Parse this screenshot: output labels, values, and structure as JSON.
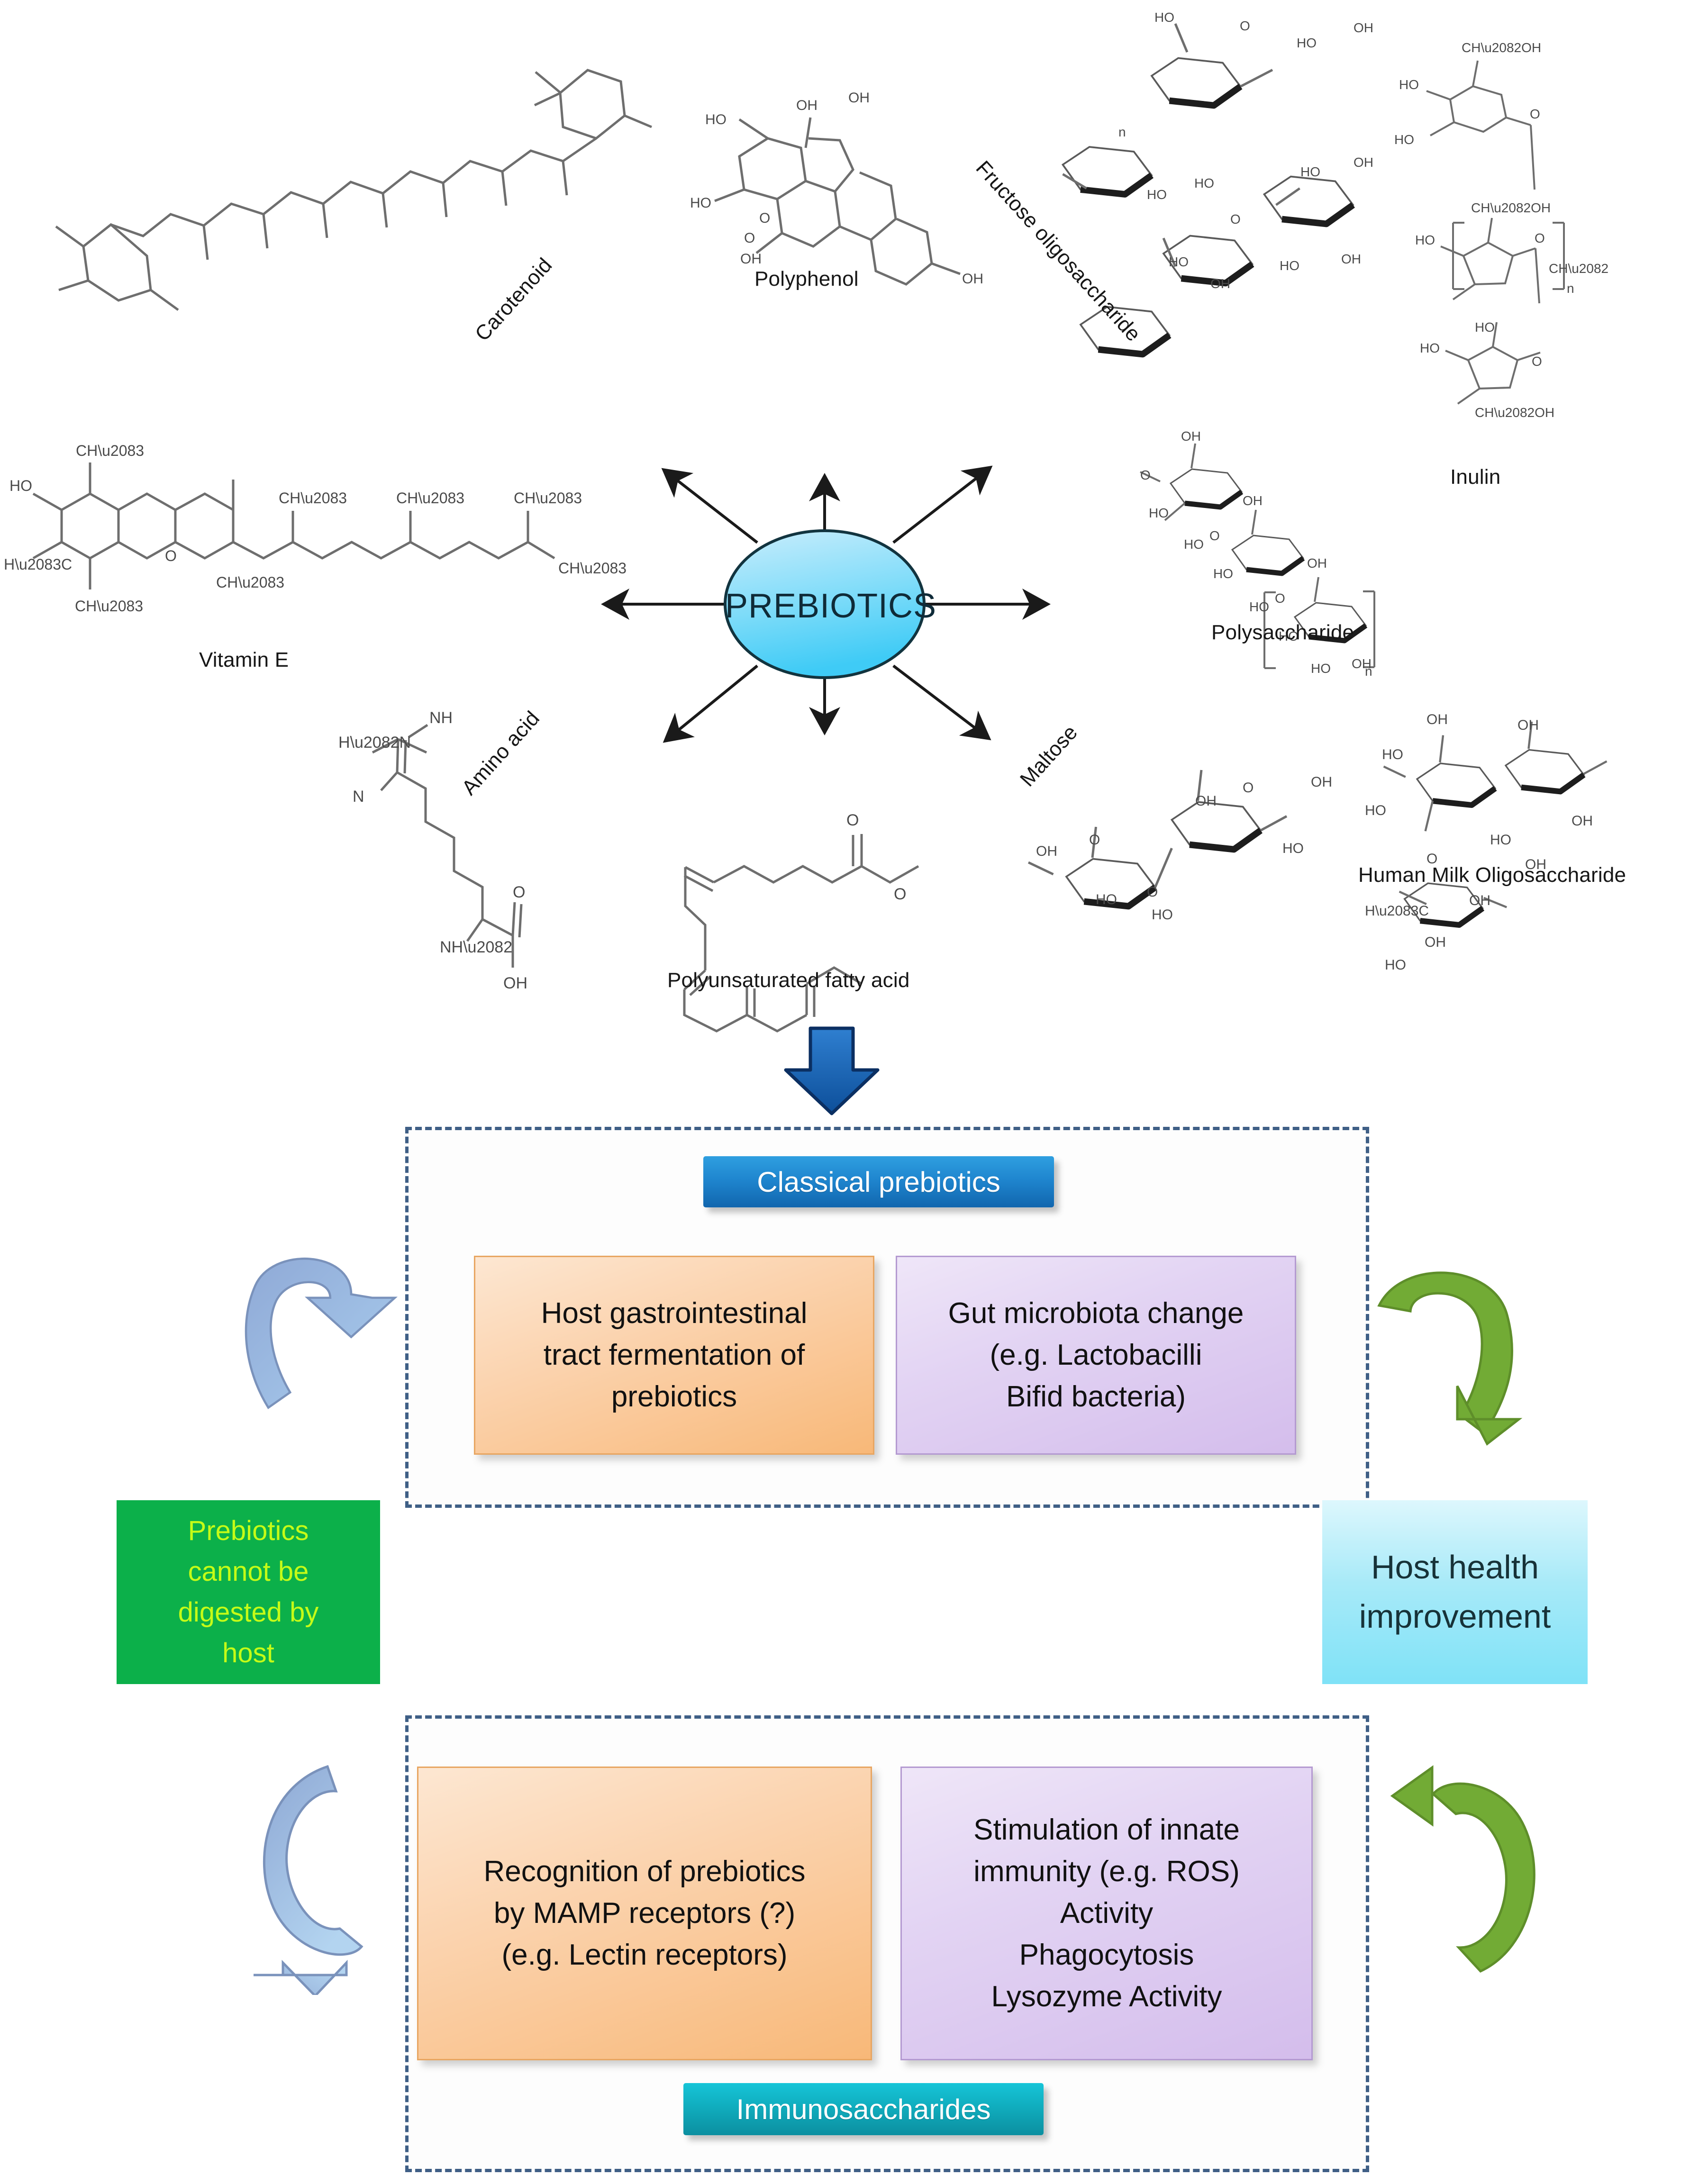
{
  "hub": {
    "label": "PREBIOTICS",
    "fill_top": "#bfe9fb",
    "fill_bottom": "#4fd0f7",
    "stroke": "#12343f"
  },
  "molecules": [
    {
      "id": "carotenoid",
      "label": "Carotenoid"
    },
    {
      "id": "polyphenol",
      "label": "Polyphenol"
    },
    {
      "id": "fructose-oligosaccharide",
      "label": "Fructose oligosaccharide"
    },
    {
      "id": "inulin",
      "label": "Inulin"
    },
    {
      "id": "vitamin-e",
      "label": "Vitamin E"
    },
    {
      "id": "polysaccharide",
      "label": "Polysaccharide"
    },
    {
      "id": "amino-acid",
      "label": "Amino acid"
    },
    {
      "id": "maltose",
      "label": "Maltose"
    },
    {
      "id": "polyunsaturated-fatty-acid",
      "label": "Polyunsaturated fatty acid"
    },
    {
      "id": "human-milk-oligosaccharide",
      "label": "Human Milk Oligosaccharide"
    }
  ],
  "flow": {
    "down_arrow_color": "#1867b8",
    "top_panel": {
      "badge": "Classical prebiotics",
      "badge_color": "#1f86cf",
      "left_box": "Host gastrointestinal tract fermentation of prebiotics",
      "right_box": "Gut microbiota change (e.g. Lactobacilli Bifid bacteria)"
    },
    "bottom_panel": {
      "badge": "Immunosaccharides",
      "badge_color": "#10adbe",
      "left_box": "Recognition of prebiotics by MAMP receptors (?) (e.g. Lectin receptors)",
      "right_box": "Stimulation of innate immunity (e.g. ROS) Activity Phagocytosis Lysozyme Activity"
    },
    "left_side_box": "Prebiotics cannot be digested by host",
    "left_side_box_bg": "#0cb04a",
    "left_side_box_fg": "#c5fb17",
    "right_side_box": "Host health improvement",
    "right_side_box_bg": "#7fe2f7",
    "arrow_blue": "#7ba7d8",
    "arrow_green": "#72ab35"
  },
  "box_text": {
    "top_left_lines": [
      "Host gastrointestinal",
      "tract fermentation of",
      "prebiotics"
    ],
    "top_right_lines": [
      "Gut microbiota change",
      "(e.g. Lactobacilli",
      "Bifid bacteria)"
    ],
    "bottom_left_lines": [
      "Recognition of prebiotics",
      "by MAMP receptors (?)",
      "(e.g. Lectin receptors)"
    ],
    "bottom_right_lines": [
      "Stimulation of innate",
      "immunity (e.g. ROS)",
      "Activity",
      "Phagocytosis",
      "Lysozyme Activity"
    ],
    "left_side_lines": [
      "Prebiotics",
      "cannot be",
      "digested by",
      "host"
    ],
    "right_side_lines": [
      "Host health",
      "improvement"
    ]
  },
  "formula_atoms": {
    "oh": "OH",
    "ho": "HO",
    "o": "O",
    "ch3": "CH₃",
    "h3c": "H₃C",
    "h2n": "H₂N",
    "nh": "NH",
    "nh2": "NH₂",
    "ch2oh": "CH₂OH",
    "ch2": "CH₂",
    "n": "n"
  }
}
